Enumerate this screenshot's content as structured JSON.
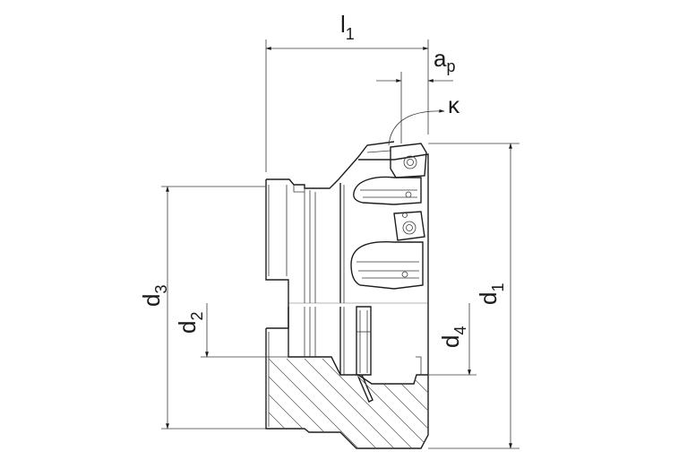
{
  "labels": {
    "l1": {
      "main": "l",
      "sub": "1"
    },
    "ap": {
      "main": "a",
      "sub": "p"
    },
    "kappa": "κ",
    "d1": {
      "main": "d",
      "sub": "1"
    },
    "d2": {
      "main": "d",
      "sub": "2"
    },
    "d3": {
      "main": "d",
      "sub": "3"
    },
    "d4": {
      "main": "d",
      "sub": "4"
    }
  }
}
